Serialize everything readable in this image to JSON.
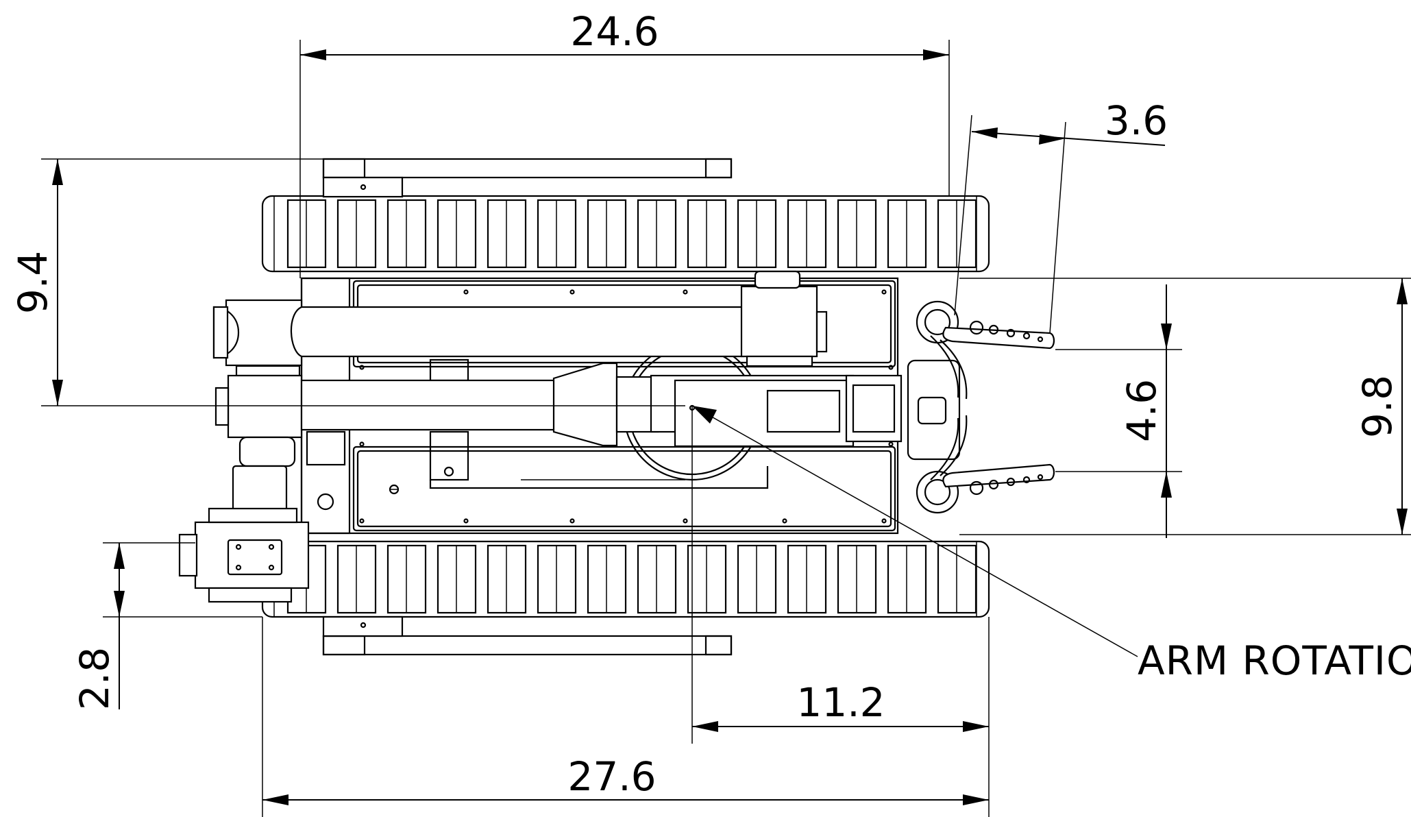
{
  "drawing": {
    "dimensions": {
      "overall_length": "27.6",
      "body_length": "24.6",
      "track_width_left": "9.4",
      "track_width_right": "9.8",
      "gripper_span": "4.6",
      "gripper_length": "3.6",
      "arm_offset": "11.2",
      "camera_offset": "2.8"
    },
    "callouts": {
      "arm_rotation": "ARM ROTATIO"
    }
  }
}
